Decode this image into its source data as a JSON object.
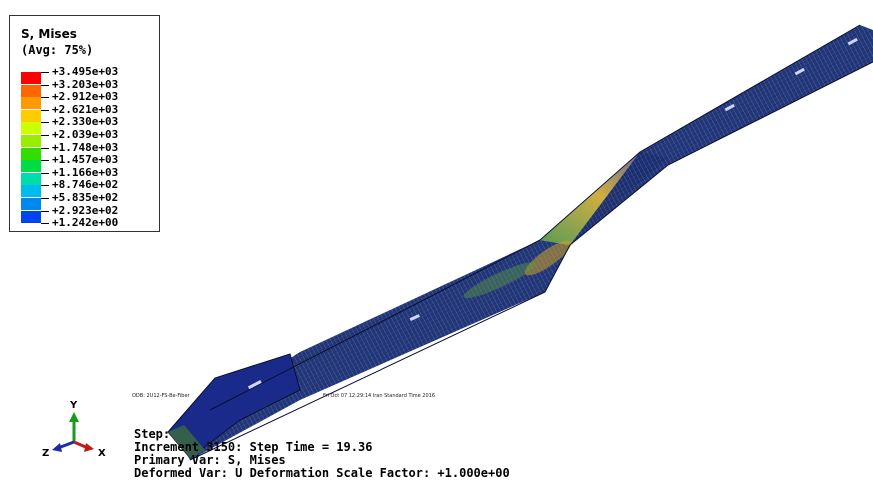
{
  "legend": {
    "title": "S, Mises",
    "subtitle": "(Avg: 75%)",
    "entries": [
      {
        "label": "+3.495e+03",
        "color": "#ff0000"
      },
      {
        "label": "+3.203e+03",
        "color": "#ff6600"
      },
      {
        "label": "+2.912e+03",
        "color": "#ff9900"
      },
      {
        "label": "+2.621e+03",
        "color": "#ffcc00"
      },
      {
        "label": "+2.330e+03",
        "color": "#ccff00"
      },
      {
        "label": "+2.039e+03",
        "color": "#99ee00"
      },
      {
        "label": "+1.748e+03",
        "color": "#33dd00"
      },
      {
        "label": "+1.457e+03",
        "color": "#00dd44"
      },
      {
        "label": "+1.166e+03",
        "color": "#00ddaa"
      },
      {
        "label": "+8.746e+02",
        "color": "#00bbee"
      },
      {
        "label": "+5.835e+02",
        "color": "#0088ee"
      },
      {
        "label": "+2.923e+02",
        "color": "#0044ee"
      },
      {
        "label": "+1.242e+00",
        "color": "#0000ee"
      }
    ]
  },
  "odb": {
    "left": "ODB: 2U12-FS-Be-Fiber",
    "right": "Fri Oct 07 12:29:14 Iran Standard Time 2016"
  },
  "info": {
    "step": "Step: ",
    "increment": "Increment   3150: Step Time =    19.36",
    "primary": "Primary Var: S, Mises",
    "deformed": "Deformed Var: U   Deformation Scale Factor: +1.000e+00"
  },
  "triad": {
    "y": "Y",
    "z": "Z",
    "x": "X"
  },
  "colors": {
    "mesh_dark": "#101a40",
    "mesh_blue": "#1a2fa0",
    "mesh_green": "#3aa050"
  }
}
